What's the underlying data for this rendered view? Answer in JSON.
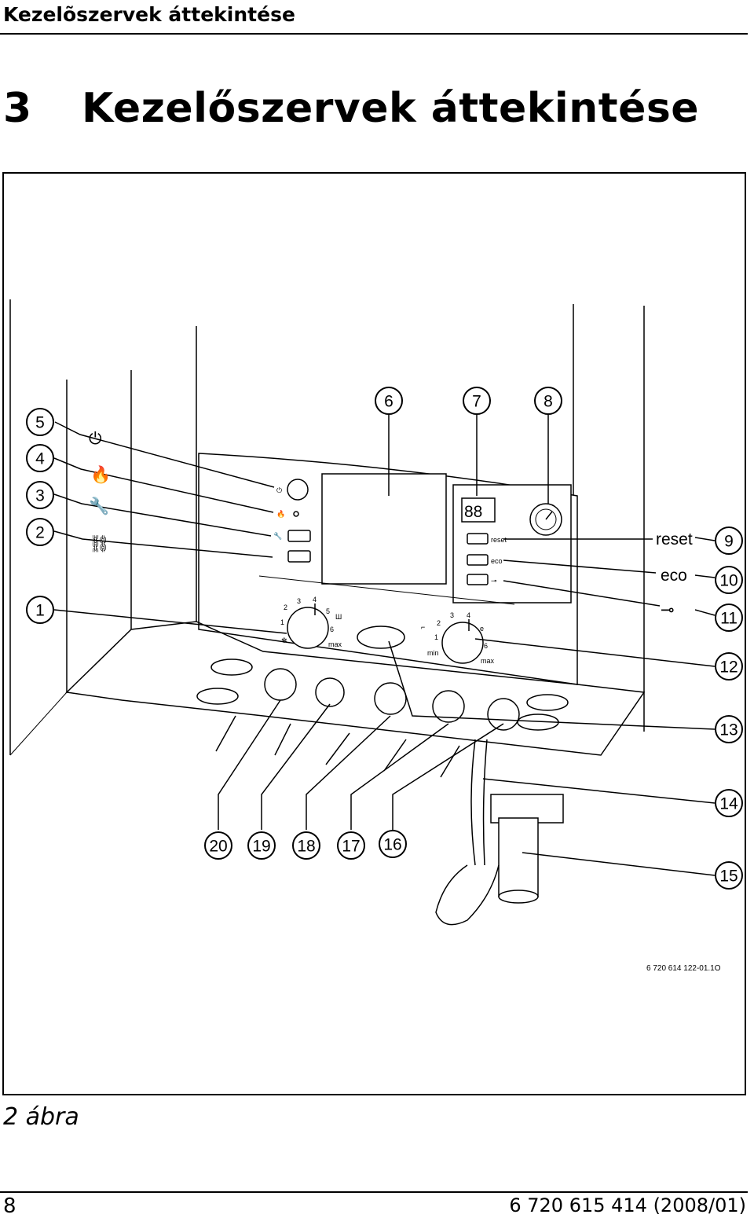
{
  "header": {
    "running_title": "Kezelõszervek áttekintése"
  },
  "chapter": {
    "number": "3",
    "title": "Kezelőszervek áttekintése"
  },
  "figure": {
    "callouts": [
      "1",
      "2",
      "3",
      "4",
      "5",
      "6",
      "7",
      "8",
      "9",
      "10",
      "11",
      "12",
      "13",
      "14",
      "15",
      "16",
      "17",
      "18",
      "19",
      "20"
    ],
    "panel_labels": {
      "reset": "reset",
      "eco": "eco",
      "display": "88",
      "min": "min",
      "max": "max",
      "heat_scale": [
        "1",
        "2",
        "3",
        "4",
        "5",
        "6"
      ],
      "dhw_scale": [
        "1",
        "2",
        "3",
        "4",
        "e",
        "6"
      ]
    },
    "ref_code": "6 720 614 122-01.1O"
  },
  "caption": "2 ábra",
  "footer": {
    "page_number": "8",
    "document_number": "6 720 615 414 (2008/01)"
  }
}
